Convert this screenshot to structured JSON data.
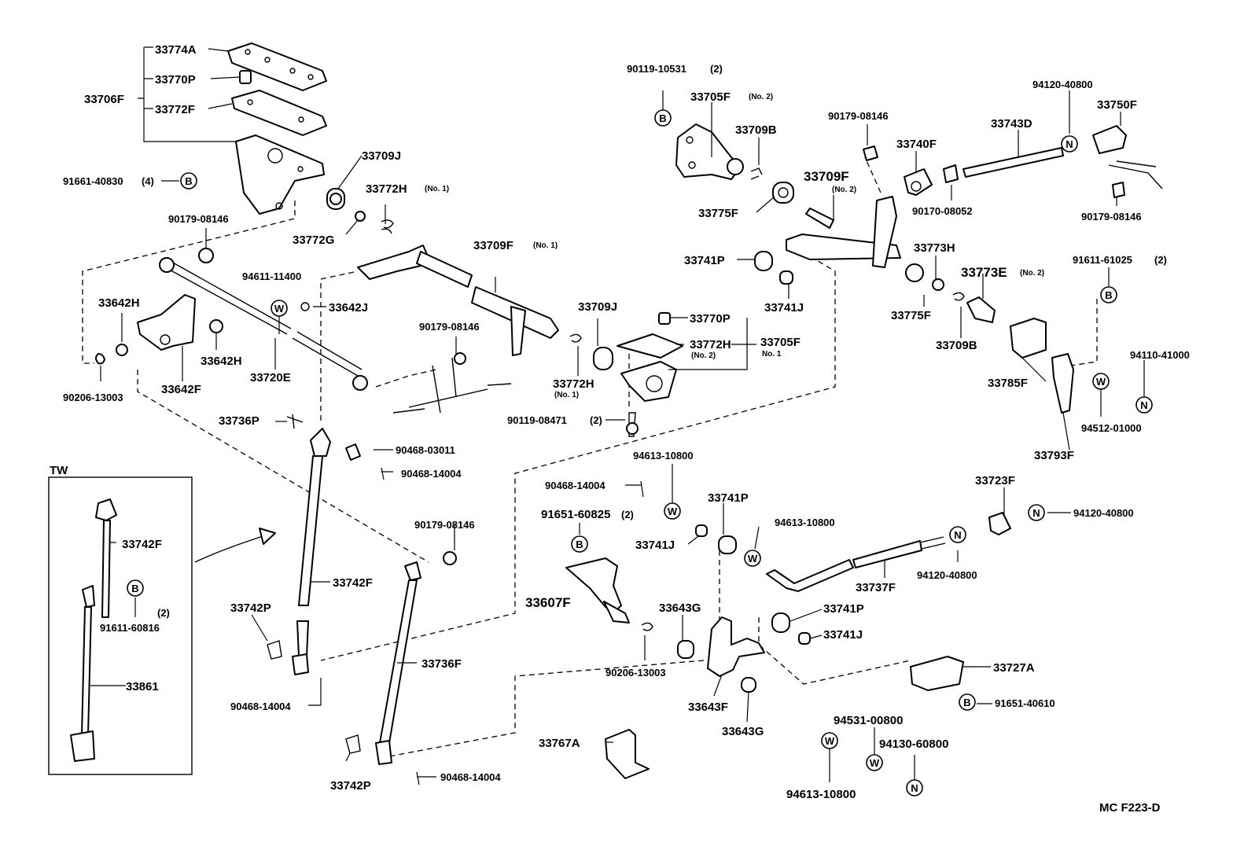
{
  "parts": {
    "p33774A": "33774A",
    "p33770P_a": "33770P",
    "p33706F": "33706F",
    "p33772F": "33772F",
    "p91661_40830": "91661-40830",
    "p91661_qty": "(4)",
    "p33709J_a": "33709J",
    "p33772H_a": "33772H",
    "p33772H_a_note": "(No. 1)",
    "p33772G": "33772G",
    "p90179_08146_a": "90179-08146",
    "p33709F_no1": "33709F",
    "p33709F_no1_note": "(No. 1)",
    "p94611_11400": "94611-11400",
    "p33642J": "33642J",
    "p33642H_a": "33642H",
    "p33642H_b": "33642H",
    "p33720E": "33720E",
    "p90206_13003_a": "90206-13003",
    "p33642F": "33642F",
    "p90179_08146_b": "90179-08146",
    "p33709J_b": "33709J",
    "p33772H_b": "33772H",
    "p33772H_b_note": "(No. 1)",
    "p33770P_b": "33770P",
    "p33772H_c": "33772H",
    "p33772H_c_note": "(No. 2)",
    "p33705F_no1": "33705F",
    "p33705F_no1_note": "No. 1",
    "p90119_08471": "90119-08471",
    "p90119_08471_qty": "(2)",
    "p33736P": "33736P",
    "p90468_03011": "90468-03011",
    "p90468_14004_a": "90468-14004",
    "p90119_10531": "90119-10531",
    "p90119_10531_qty": "(2)",
    "p33705F_no2": "33705F",
    "p33705F_no2_note": "(No. 2)",
    "p33709B_a": "33709B",
    "p33775F_a": "33775F",
    "p33709F_no2": "33709F",
    "p33709F_no2_note": "(No. 2)",
    "p33741P_a": "33741P",
    "p33741J_a": "33741J",
    "p90179_08146_c": "90179-08146",
    "p33740F": "33740F",
    "p90170_08052": "90170-08052",
    "p33743D": "33743D",
    "p94120_40800_a": "94120-40800",
    "p33750F": "33750F",
    "p90179_08146_d": "90179-08146",
    "p33773H": "33773H",
    "p33773E": "33773E",
    "p33773E_note": "(No. 2)",
    "p33775F_b": "33775F",
    "p33709B_b": "33709B",
    "p91611_61025": "91611-61025",
    "p91611_61025_qty": "(2)",
    "p33785F": "33785F",
    "p94110_41000": "94110-41000",
    "p94512_01000": "94512-01000",
    "p33793F": "33793F",
    "tw_label": "TW",
    "p33742F_tw": "33742F",
    "p91611_60816": "91611-60816",
    "p91611_60816_qty": "(2)",
    "p33861": "33861",
    "p33742F": "33742F",
    "p33742P_a": "33742P",
    "p90468_14004_b": "90468-14004",
    "p90179_08146_e": "90179-08146",
    "p33736F": "33736F",
    "p33742P_b": "33742P",
    "p90468_14004_c": "90468-14004",
    "p94613_10800_a": "94613-10800",
    "p90468_14004_d": "90468-14004",
    "p91651_60825": "91651-60825",
    "p91651_60825_qty": "(2)",
    "p33741P_b": "33741P",
    "p33741J_b": "33741J",
    "p94613_10800_b": "94613-10800",
    "p33607F": "33607F",
    "p33643G_a": "33643G",
    "p90206_13003_b": "90206-13003",
    "p33643F": "33643F",
    "p33643G_b": "33643G",
    "p33741P_c": "33741P",
    "p33741J_c": "33741J",
    "p33737F": "33737F",
    "p94120_40800_b": "94120-40800",
    "p33723F": "33723F",
    "p94120_40800_c": "94120-40800",
    "p33727A": "33727A",
    "p91651_40610": "91651-40610",
    "p94531_00800": "94531-00800",
    "p94130_60800": "94130-60800",
    "p94613_10800_c": "94613-10800",
    "p33767A": "33767A",
    "diagram_code": "MC  F223-D"
  },
  "symbols": {
    "bolt": "B",
    "washer": "W",
    "nut": "N"
  }
}
